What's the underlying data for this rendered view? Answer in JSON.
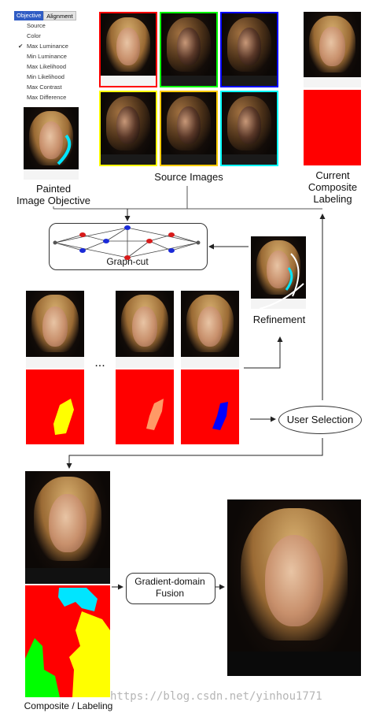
{
  "menu": {
    "tabs": [
      "Objective",
      "Alignment"
    ],
    "items": [
      "Source",
      "Color",
      "Max Luminance",
      "Min Luminance",
      "Max Likelihood",
      "Min Likelihood",
      "Max Contrast",
      "Max Difference"
    ],
    "checked_item": "Max Luminance"
  },
  "labels": {
    "painted_objective": "Painted Image Objective",
    "painted_line1": "Painted",
    "painted_line2": "Image Objective",
    "source_images": "Source Images",
    "current_line1": "Current",
    "current_line2": "Composite",
    "current_line3": "Labeling",
    "graph_cut": "Graph-cut",
    "refinement": "Refinement",
    "ellipsis": "...",
    "user_selection": "User Selection",
    "gradient_line1": "Gradient-domain",
    "gradient_line2": "Fusion",
    "composite_labeling": "Composite / Labeling",
    "watermark": "https://blog.csdn.net/yinhou1771"
  },
  "colors": {
    "source_frames": [
      "#ff0000",
      "#00ff00",
      "#0000ff",
      "#ffff00",
      "#ffcc00",
      "#00ffff"
    ],
    "label_red": "#ff0000",
    "stroke_cyan": "#00e5ff",
    "mark_yellow": "#ffff00",
    "mark_orange": "#ff9966",
    "mark_blue": "#0000ff",
    "label_green": "#00ff00"
  }
}
